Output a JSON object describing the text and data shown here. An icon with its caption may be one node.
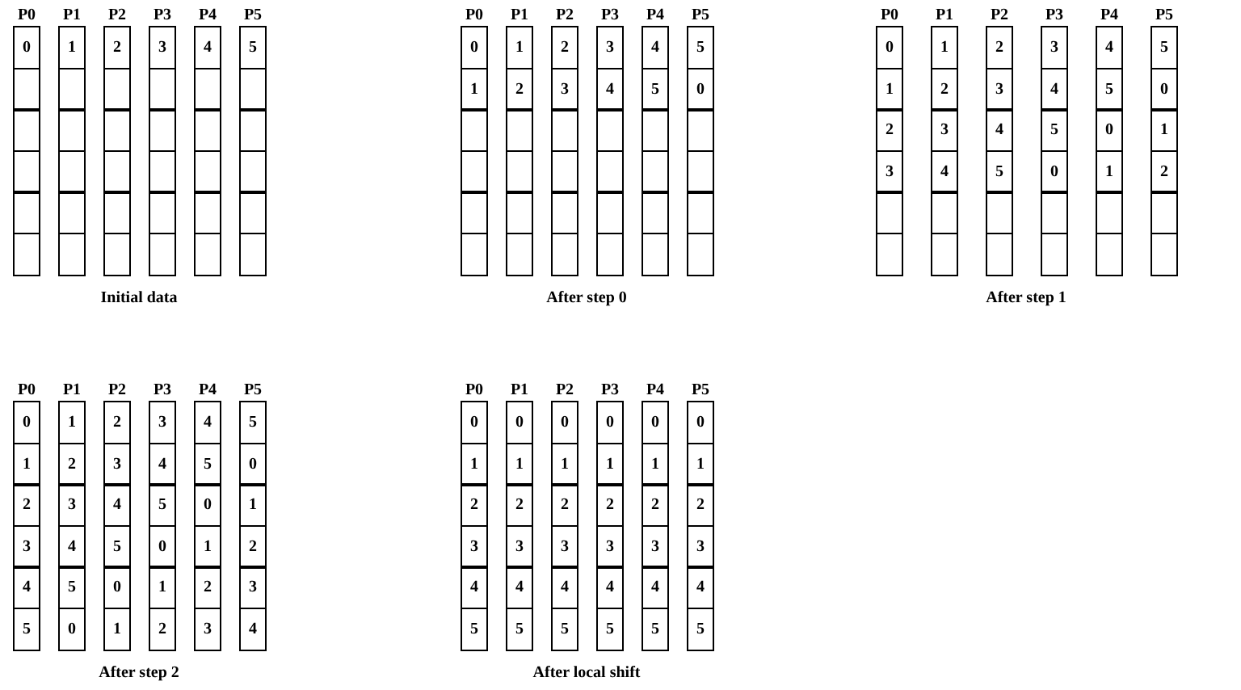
{
  "diagram": {
    "nodes": [
      {
        "text": [
          "P0"
        ]
      },
      {
        "text": [
          "0"
        ],
        "in": 0
      },
      {
        "text": [],
        "shape": "box",
        "in": 0
      },
      {
        "text": [],
        "shape": "box",
        "in": 0
      },
      {
        "text": [],
        "shape": "box",
        "in": 0
      },
      {
        "text": [],
        "shape": "box",
        "in": 0
      },
      {
        "text": [],
        "shape": "box",
        "in": 0
      },
      {
        "text": [
          "P1"
        ]
      },
      {
        "text": [
          "1"
        ],
        "in": 7
      },
      {
        "text": [],
        "shape": "box",
        "in": 7
      },
      {
        "text": [],
        "shape": "box",
        "in": 7
      },
      {
        "text": [],
        "shape": "box",
        "in": 7
      },
      {
        "text": [],
        "shape": "box",
        "in": 7
      },
      {
        "text": [],
        "shape": "box",
        "in": 7
      },
      {
        "text": [
          "P2"
        ]
      },
      {
        "text": [
          "2"
        ],
        "in": 14
      },
      {
        "text": [],
        "shape": "box",
        "in": 14
      },
      {
        "text": [],
        "shape": "box",
        "in": 14
      },
      {
        "text": [],
        "shape": "box",
        "in": 14
      },
      {
        "text": [],
        "shape": "box",
        "in": 14
      },
      {
        "text": [],
        "shape": "box",
        "in": 14
      },
      {
        "text": [
          "P3"
        ]
      },
      {
        "text": [
          "3"
        ],
        "in": 21
      },
      {
        "text": [],
        "shape": "box",
        "in": 21
      },
      {
        "text": [],
        "shape": "box",
        "in": 21
      },
      {
        "text": [],
        "shape": "box",
        "in": 21
      },
      {
        "text": [],
        "shape": "box",
        "in": 21
      },
      {
        "text": [],
        "shape": "box",
        "in": 21
      },
      {
        "text": [
          "P4"
        ]
      },
      {
        "text": [
          "4"
        ],
        "in": 28
      },
      {
        "text": [],
        "shape": "box",
        "in": 28
      },
      {
        "text": [],
        "shape": "box",
        "in": 28
      },
      {
        "text": [],
        "shape": "box",
        "in": 28
      },
      {
        "text": [],
        "shape": "box",
        "in": 28
      },
      {
        "text": [],
        "shape": "box",
        "in": 28
      },
      {
        "text": [
          "P5"
        ]
      },
      {
        "text": [
          "5"
        ],
        "in": 35
      },
      {
        "text": [],
        "shape": "box",
        "in": 35
      },
      {
        "text": [],
        "shape": "box",
        "in": 35
      },
      {
        "text": [],
        "shape": "box",
        "in": 35
      },
      {
        "text": [],
        "shape": "box",
        "in": 35
      },
      {
        "text": [],
        "shape": "box",
        "in": 35
      },
      {
        "text": [
          "P0"
        ]
      },
      {
        "text": [
          "0"
        ],
        "in": 42
      },
      {
        "text": [
          "1"
        ],
        "in": 42
      },
      {
        "text": [],
        "shape": "box",
        "in": 42
      },
      {
        "text": [],
        "shape": "box",
        "in": 42
      },
      {
        "text": [],
        "shape": "box",
        "in": 42
      },
      {
        "text": [],
        "shape": "box",
        "in": 42
      },
      {
        "text": [
          "P1"
        ]
      },
      {
        "text": [
          "1"
        ],
        "in": 49
      },
      {
        "text": [
          "2"
        ],
        "in": 49
      },
      {
        "text": [],
        "shape": "box",
        "in": 49
      },
      {
        "text": [],
        "shape": "box",
        "in": 49
      },
      {
        "text": [],
        "shape": "box",
        "in": 49
      },
      {
        "text": [],
        "shape": "box",
        "in": 49
      },
      {
        "text": [
          "P2"
        ]
      },
      {
        "text": [
          "2"
        ],
        "in": 56
      },
      {
        "text": [
          "3"
        ],
        "in": 56
      },
      {
        "text": [],
        "shape": "box",
        "in": 56
      },
      {
        "text": [],
        "shape": "box",
        "in": 56
      },
      {
        "text": [],
        "shape": "box",
        "in": 56
      },
      {
        "text": [],
        "shape": "box",
        "in": 56
      },
      {
        "text": [
          "P3"
        ]
      },
      {
        "text": [
          "3"
        ],
        "in": 63
      },
      {
        "text": [
          "4"
        ],
        "in": 63
      },
      {
        "text": [],
        "shape": "box",
        "in": 63
      },
      {
        "text": [],
        "shape": "box",
        "in": 63
      },
      {
        "text": [],
        "shape": "box",
        "in": 63
      },
      {
        "text": [],
        "shape": "box",
        "in": 63
      },
      {
        "text": [
          "P4"
        ]
      },
      {
        "text": [
          "4"
        ],
        "in": 70
      },
      {
        "text": [
          "5"
        ],
        "in": 70
      },
      {
        "text": [],
        "shape": "box",
        "in": 70
      },
      {
        "text": [],
        "shape": "box",
        "in": 70
      },
      {
        "text": [],
        "shape": "box",
        "in": 70
      },
      {
        "text": [],
        "shape": "box",
        "in": 70
      },
      {
        "text": [
          "P5"
        ]
      },
      {
        "text": [
          "5"
        ],
        "in": 77
      },
      {
        "text": [
          "0"
        ],
        "in": 77
      },
      {
        "text": [],
        "shape": "box",
        "in": 77
      },
      {
        "text": [],
        "shape": "box",
        "in": 77
      },
      {
        "text": [],
        "shape": "box",
        "in": 77
      },
      {
        "text": [],
        "shape": "box",
        "in": 77
      },
      {
        "text": [
          "P0"
        ]
      },
      {
        "text": [
          "0"
        ],
        "in": 84
      },
      {
        "text": [
          "1"
        ],
        "in": 84
      },
      {
        "text": [
          "2"
        ],
        "in": 84
      },
      {
        "text": [
          "3"
        ],
        "in": 84
      },
      {
        "text": [],
        "shape": "box",
        "in": 84
      },
      {
        "text": [],
        "shape": "box",
        "in": 84
      },
      {
        "text": [
          "P1"
        ]
      },
      {
        "text": [
          "1"
        ],
        "in": 91
      },
      {
        "text": [
          "2"
        ],
        "in": 91
      },
      {
        "text": [
          "3"
        ],
        "in": 91
      },
      {
        "text": [
          "4"
        ],
        "in": 91
      },
      {
        "text": [],
        "shape": "box",
        "in": 91
      },
      {
        "text": [],
        "shape": "box",
        "in": 91
      },
      {
        "text": [
          "P2"
        ]
      },
      {
        "text": [
          "2"
        ],
        "in": 98
      },
      {
        "text": [
          "3"
        ],
        "in": 98
      },
      {
        "text": [
          "4"
        ],
        "in": 98
      },
      {
        "text": [
          "5"
        ],
        "in": 98
      },
      {
        "text": [],
        "shape": "box",
        "in": 98
      },
      {
        "text": [],
        "shape": "box",
        "in": 98
      },
      {
        "text": [
          "P3"
        ]
      },
      {
        "text": [
          "3"
        ],
        "in": 105
      },
      {
        "text": [
          "4"
        ],
        "in": 105
      },
      {
        "text": [
          "5"
        ],
        "in": 105
      },
      {
        "text": [
          "0"
        ],
        "in": 105
      },
      {
        "text": [],
        "shape": "box",
        "in": 105
      },
      {
        "text": [],
        "shape": "box",
        "in": 105
      },
      {
        "text": [
          "P4"
        ]
      },
      {
        "text": [
          "4"
        ],
        "in": 112
      },
      {
        "text": [
          "5"
        ],
        "in": 112
      },
      {
        "text": [
          "0"
        ],
        "in": 112
      },
      {
        "text": [
          "1"
        ],
        "in": 112
      },
      {
        "text": [],
        "shape": "box",
        "in": 112
      },
      {
        "text": [],
        "shape": "box",
        "in": 112
      },
      {
        "text": [
          "P5"
        ]
      },
      {
        "text": [
          "5"
        ],
        "in": 119
      },
      {
        "text": [
          "0"
        ],
        "in": 119
      },
      {
        "text": [
          "1"
        ],
        "in": 119
      },
      {
        "text": [
          "2"
        ],
        "in": 119
      },
      {
        "text": [],
        "shape": "box",
        "in": 119
      },
      {
        "text": [],
        "shape": "box",
        "in": 119
      },
      {
        "text": [
          "P0"
        ]
      },
      {
        "text": [
          "0"
        ],
        "in": 126
      },
      {
        "text": [
          "1"
        ],
        "in": 126
      },
      {
        "text": [
          "2"
        ],
        "in": 126
      },
      {
        "text": [
          "3"
        ],
        "in": 126
      },
      {
        "text": [
          "4"
        ],
        "in": 126
      },
      {
        "text": [
          "5"
        ],
        "in": 126
      },
      {
        "text": [
          "P1"
        ]
      },
      {
        "text": [
          "1"
        ],
        "in": 133
      },
      {
        "text": [
          "2"
        ],
        "in": 133
      },
      {
        "text": [
          "3"
        ],
        "in": 133
      },
      {
        "text": [
          "4"
        ],
        "in": 133
      },
      {
        "text": [
          "5"
        ],
        "in": 133
      },
      {
        "text": [
          "0"
        ],
        "in": 133
      },
      {
        "text": [
          "P2"
        ]
      },
      {
        "text": [
          "2"
        ],
        "in": 140
      },
      {
        "text": [
          "3"
        ],
        "in": 140
      },
      {
        "text": [
          "4"
        ],
        "in": 140
      },
      {
        "text": [
          "5"
        ],
        "in": 140
      },
      {
        "text": [
          "0"
        ],
        "in": 140
      },
      {
        "text": [
          "1"
        ],
        "in": 140
      },
      {
        "text": [
          "P3"
        ]
      },
      {
        "text": [
          "3"
        ],
        "in": 147
      },
      {
        "text": [
          "4"
        ],
        "in": 147
      },
      {
        "text": [
          "5"
        ],
        "in": 147
      },
      {
        "text": [
          "0"
        ],
        "in": 147
      },
      {
        "text": [
          "1"
        ],
        "in": 147
      },
      {
        "text": [
          "2"
        ],
        "in": 147
      },
      {
        "text": [
          "P4"
        ]
      },
      {
        "text": [
          "4"
        ],
        "in": 154
      },
      {
        "text": [
          "5"
        ],
        "in": 154
      },
      {
        "text": [
          "0"
        ],
        "in": 154
      },
      {
        "text": [
          "1"
        ],
        "in": 154
      },
      {
        "text": [
          "2"
        ],
        "in": 154
      },
      {
        "text": [
          "3"
        ],
        "in": 154
      },
      {
        "text": [
          "P5"
        ]
      },
      {
        "text": [
          "5"
        ],
        "in": 161
      },
      {
        "text": [
          "0"
        ],
        "in": 161
      },
      {
        "text": [
          "1"
        ],
        "in": 161
      },
      {
        "text": [
          "2"
        ],
        "in": 161
      },
      {
        "text": [
          "3"
        ],
        "in": 161
      },
      {
        "text": [
          "4"
        ],
        "in": 161
      },
      {
        "text": [
          "P0"
        ]
      },
      {
        "text": [
          "0"
        ],
        "in": 168
      },
      {
        "text": [
          "1"
        ],
        "in": 168
      },
      {
        "text": [
          "2"
        ],
        "in": 168
      },
      {
        "text": [
          "3"
        ],
        "in": 168
      },
      {
        "text": [
          "4"
        ],
        "in": 168
      },
      {
        "text": [
          "5"
        ],
        "in": 168
      },
      {
        "text": [
          "P1"
        ]
      },
      {
        "text": [
          "0"
        ],
        "in": 175
      },
      {
        "text": [
          "1"
        ],
        "in": 175
      },
      {
        "text": [
          "2"
        ],
        "in": 175
      },
      {
        "text": [
          "3"
        ],
        "in": 175
      },
      {
        "text": [
          "4"
        ],
        "in": 175
      },
      {
        "text": [
          "5"
        ],
        "in": 175
      },
      {
        "text": [
          "P2"
        ]
      },
      {
        "text": [
          "0"
        ],
        "in": 182
      },
      {
        "text": [
          "1"
        ],
        "in": 182
      },
      {
        "text": [
          "2"
        ],
        "in": 182
      },
      {
        "text": [
          "3"
        ],
        "in": 182
      },
      {
        "text": [
          "4"
        ],
        "in": 182
      },
      {
        "text": [
          "5"
        ],
        "in": 182
      },
      {
        "text": [
          "P3"
        ]
      },
      {
        "text": [
          "0"
        ],
        "in": 189
      },
      {
        "text": [
          "1"
        ],
        "in": 189
      },
      {
        "text": [
          "2"
        ],
        "in": 189
      },
      {
        "text": [
          "3"
        ],
        "in": 189
      },
      {
        "text": [
          "4"
        ],
        "in": 189
      },
      {
        "text": [
          "5"
        ],
        "in": 189
      },
      {
        "text": [
          "P4"
        ]
      },
      {
        "text": [
          "0"
        ],
        "in": 196
      },
      {
        "text": [
          "1"
        ],
        "in": 196
      },
      {
        "text": [
          "2"
        ],
        "in": 196
      },
      {
        "text": [
          "3"
        ],
        "in": 196
      },
      {
        "text": [
          "4"
        ],
        "in": 196
      },
      {
        "text": [
          "5"
        ],
        "in": 196
      },
      {
        "text": [
          "P5"
        ]
      },
      {
        "text": [
          "0"
        ],
        "in": 203
      },
      {
        "text": [
          "1"
        ],
        "in": 203
      },
      {
        "text": [
          "2"
        ],
        "in": 203
      },
      {
        "text": [
          "3"
        ],
        "in": 203
      },
      {
        "text": [
          "4"
        ],
        "in": 203
      },
      {
        "text": [
          "5"
        ],
        "in": 203
      }
    ],
    "labels": [
      "Initial data",
      "After step 0",
      "After step 1",
      "After step 2",
      "After local shift"
    ]
  }
}
